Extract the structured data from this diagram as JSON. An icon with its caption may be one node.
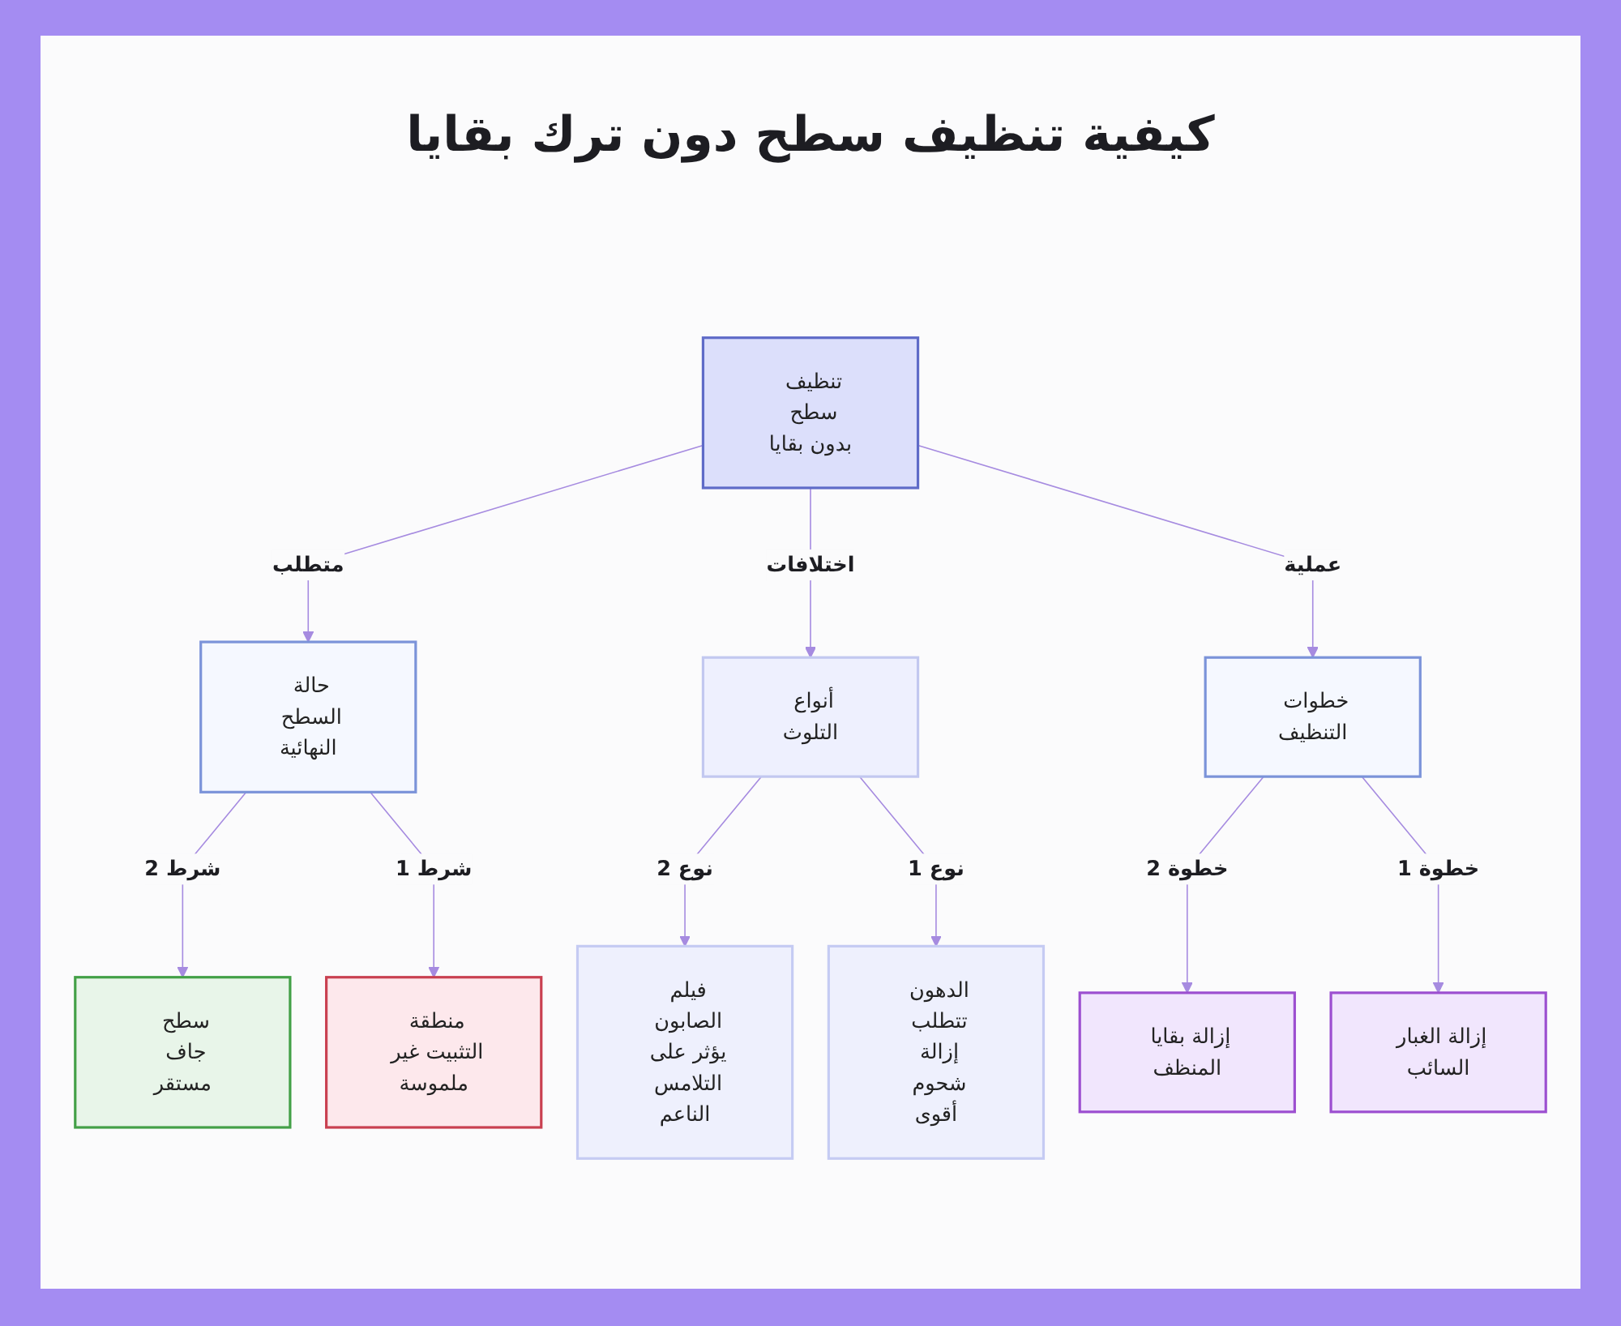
{
  "diagram": {
    "title": "كيفية تنظيف سطح دون ترك بقايا",
    "nodes": [
      {
        "text": [
          "تنظيف سطح بدون بقايا"
        ]
      },
      {
        "text": [
          "حالة السطح النهائية"
        ]
      },
      {
        "text": [
          "أنواع التلوث"
        ]
      },
      {
        "text": [
          "خطوات التنظيف"
        ]
      },
      {
        "text": [
          "سطح جاف مستقر"
        ]
      },
      {
        "text": [
          "منطقة التثبيت غير ملموسة"
        ]
      },
      {
        "text": [
          "فيلم الصابون يؤثر على التلامس الناعم"
        ]
      },
      {
        "text": [
          "الدهون تتطلب إزالة شحوم أقوى"
        ]
      },
      {
        "text": [
          "إزالة بقايا المنظف"
        ]
      },
      {
        "text": [
          "إزالة الغبار السائب"
        ]
      }
    ],
    "edges": [
      {
        "from": 0,
        "to": 1,
        "arrow": "to",
        "label": "متطلب"
      },
      {
        "from": 0,
        "to": 2,
        "arrow": "to",
        "label": "اختلافات"
      },
      {
        "from": 0,
        "to": 3,
        "arrow": "to",
        "label": "عملية"
      },
      {
        "from": 1,
        "to": 4,
        "arrow": "to",
        "label": "شرط 2"
      },
      {
        "from": 1,
        "to": 5,
        "arrow": "to",
        "label": "شرط 1"
      },
      {
        "from": 2,
        "to": 6,
        "arrow": "to",
        "label": "نوع 2"
      },
      {
        "from": 2,
        "to": 7,
        "arrow": "to",
        "label": "نوع 1"
      },
      {
        "from": 3,
        "to": 8,
        "arrow": "to",
        "label": "خطوة 2"
      },
      {
        "from": 3,
        "to": 9,
        "arrow": "to",
        "label": "خطوة 1"
      }
    ]
  }
}
